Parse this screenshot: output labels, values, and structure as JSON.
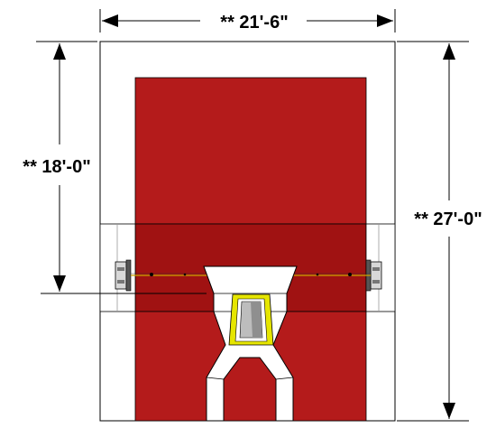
{
  "dimensions": {
    "overall_width": "** 21'-6\"",
    "door_height": "** 18'-0\"",
    "overall_height": "** 27'-0\""
  },
  "colors": {
    "door_red": "#b41b1b",
    "door_red_dark": "#9a1010",
    "wall_white": "#ffffff",
    "line": "#000000",
    "track_yellow": "#e6e600",
    "slot_gray": "#bdbdbd"
  }
}
